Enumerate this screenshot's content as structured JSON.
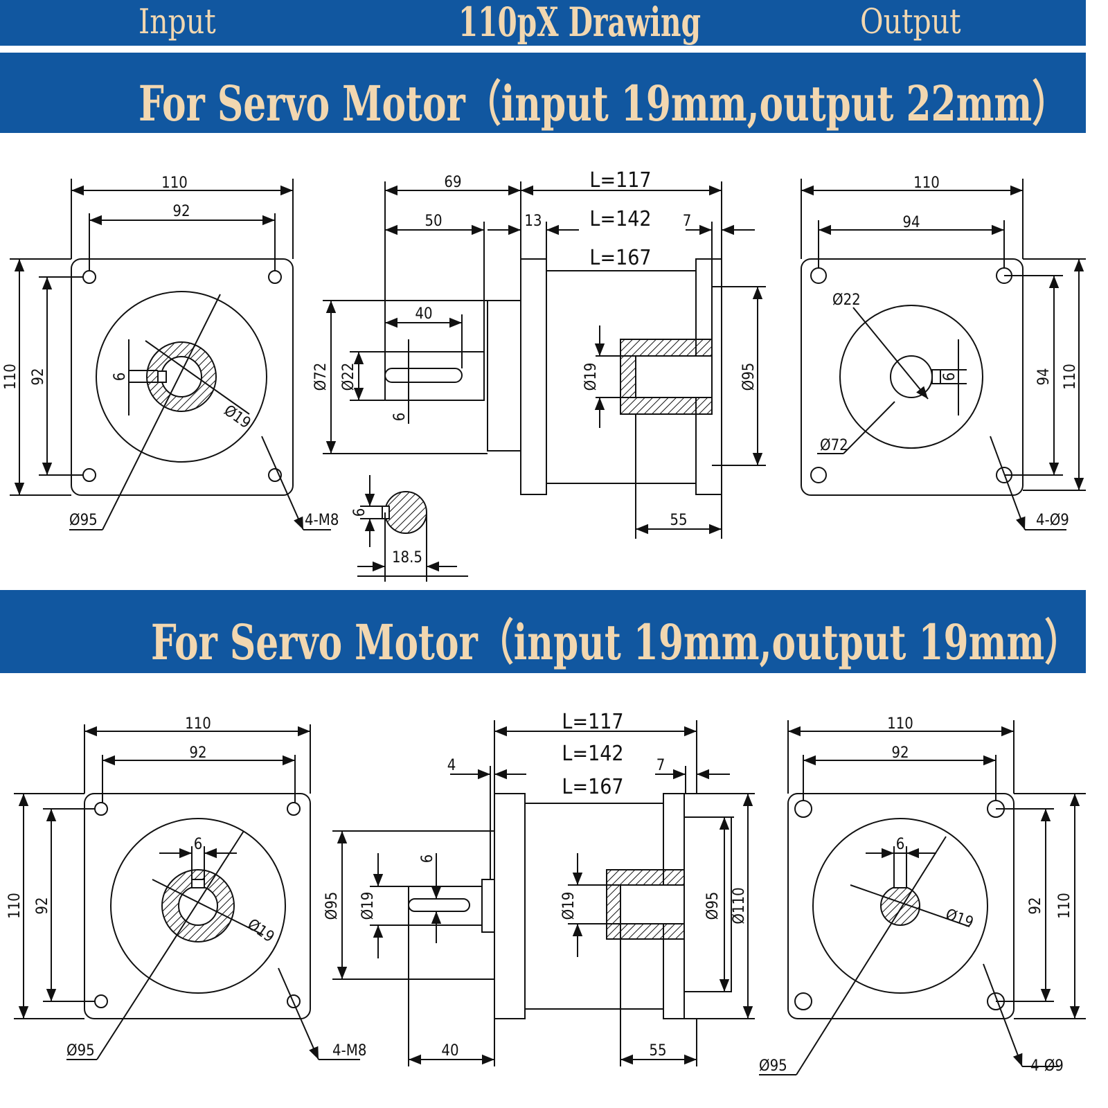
{
  "header": {
    "input_label": "Input",
    "title": "110pX Drawing",
    "output_label": "Output"
  },
  "section1": {
    "title": "For Servo Motor（input 19mm,output 22mm）",
    "input_view": {
      "width": "110",
      "bolt_pitch": "92",
      "height": "110",
      "bolt_pitch_v": "92",
      "key": "6",
      "bore": "Ø19",
      "pilot": "Ø95",
      "holes": "4-M8"
    },
    "side_view": {
      "d69": "69",
      "d50": "50",
      "d13": "13",
      "d40": "40",
      "d7": "7",
      "d55": "55",
      "L1": "L=117",
      "L2": "L=142",
      "L3": "L=167",
      "dia72": "Ø72",
      "dia22": "Ø22",
      "dia19": "Ø19",
      "dia95": "Ø95",
      "key6": "6"
    },
    "shaft_section": {
      "key": "6",
      "dim": "18.5"
    },
    "output_view": {
      "width": "110",
      "bolt_pitch": "94",
      "height": "110",
      "bolt_pitch_v": "94",
      "shaft": "Ø22",
      "pilot": "Ø72",
      "key": "6",
      "holes": "4-Ø9"
    }
  },
  "section2": {
    "title": "For Servo Motor（input 19mm,output 19mm）",
    "input_view": {
      "width": "110",
      "bolt_pitch": "92",
      "height": "110",
      "bolt_pitch_v": "92",
      "key": "6",
      "bore": "Ø19",
      "pilot": "Ø95",
      "holes": "4-M8"
    },
    "side_view": {
      "d4": "4",
      "d7": "7",
      "d40": "40",
      "d55": "55",
      "L1": "L=117",
      "L2": "L=142",
      "L3": "L=167",
      "dia95": "Ø95",
      "dia19a": "Ø19",
      "dia19b": "Ø19",
      "dia95b": "Ø95",
      "dia110": "Ø110",
      "key6": "6"
    },
    "output_view": {
      "width": "110",
      "bolt_pitch": "92",
      "height": "110",
      "bolt_pitch_v": "92",
      "key": "6",
      "shaft": "Ø19",
      "pilot": "Ø95",
      "holes": "4-Ø9"
    }
  },
  "colors": {
    "band": "#1157a0",
    "band_text": "#f2d7b0",
    "line": "#111111"
  }
}
